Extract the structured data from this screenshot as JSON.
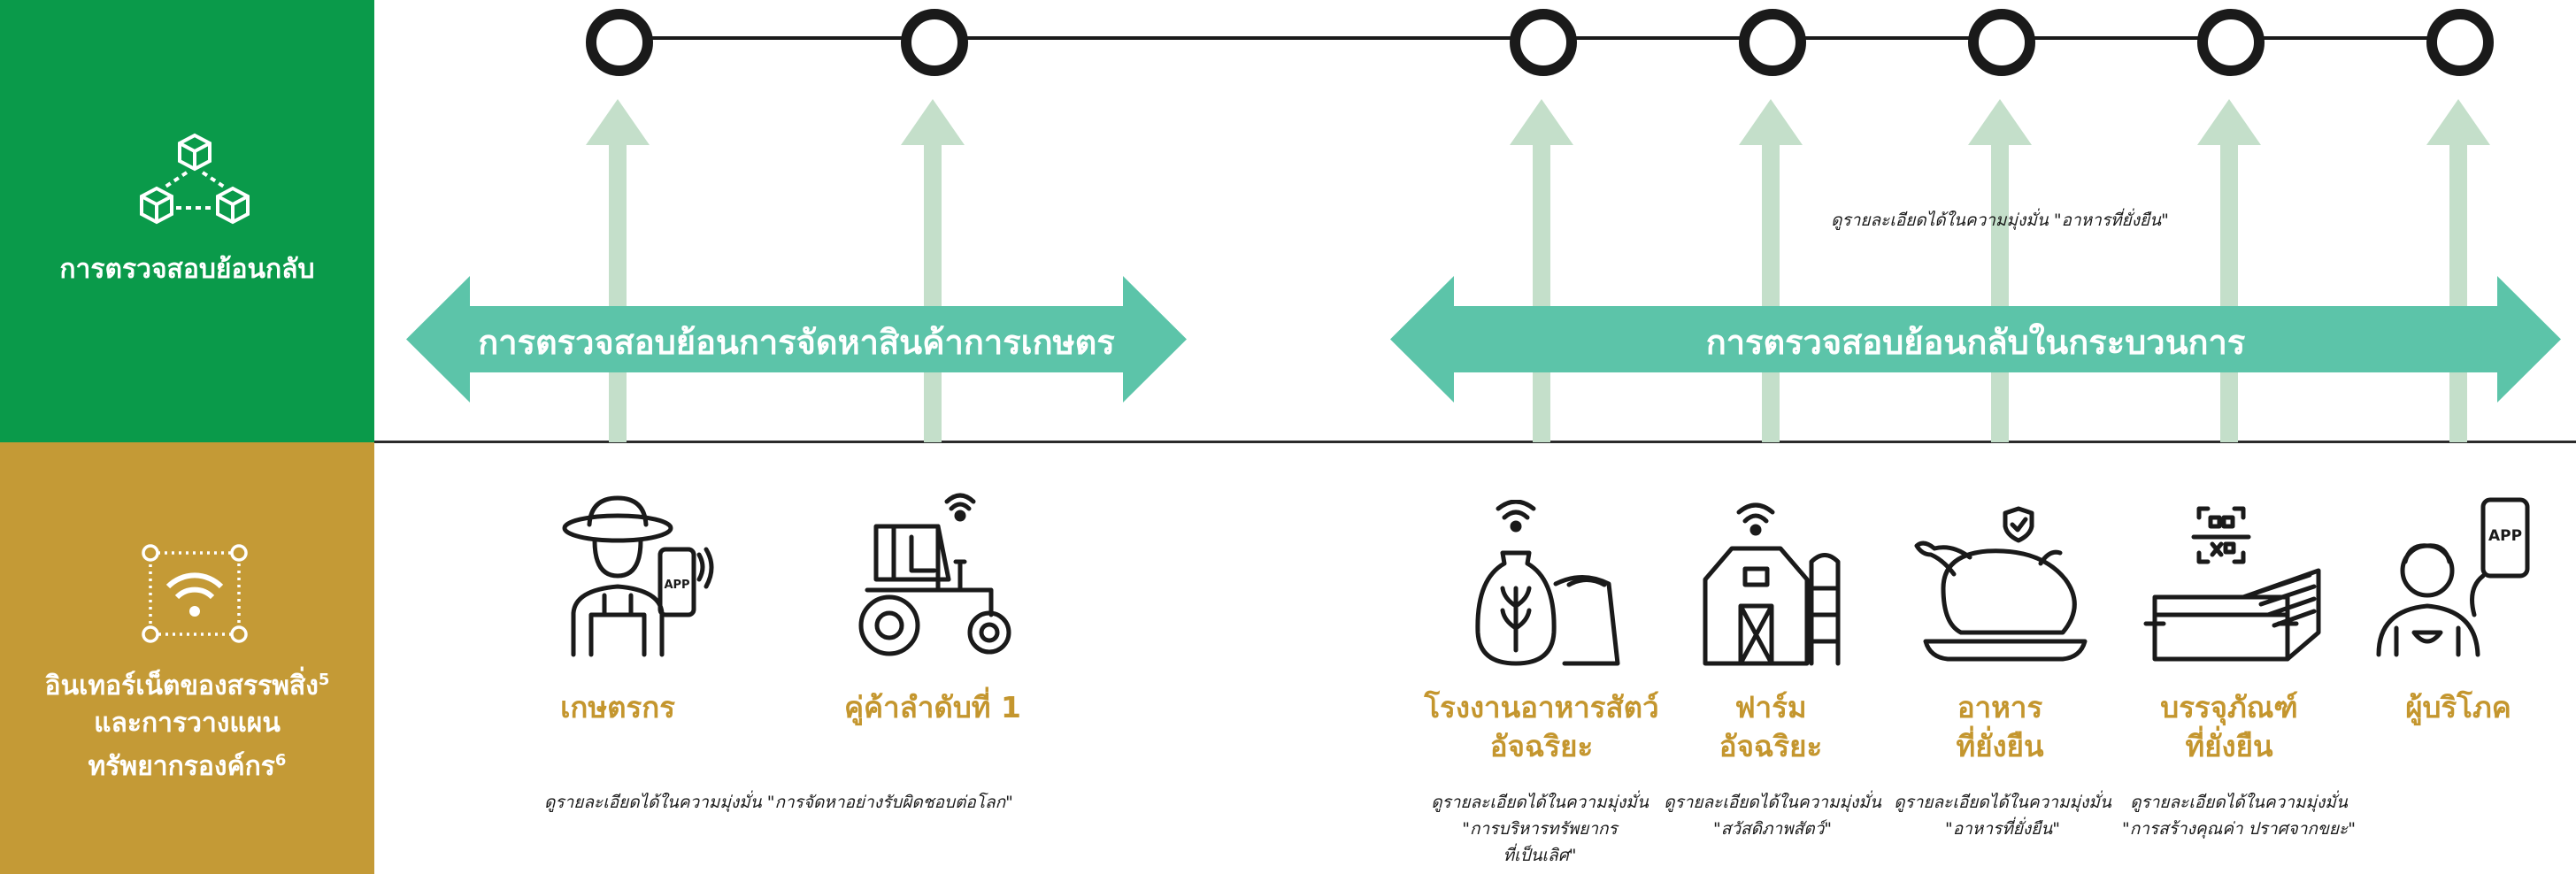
{
  "colors": {
    "green": "#0a9a4a",
    "gold": "#c49a36",
    "teal": "#5cc4a9",
    "light_green": "#c4dfca",
    "text_gold": "#c4962e"
  },
  "left_panel": {
    "traceability": {
      "title": "การตรวจสอบย้อนกลับ",
      "icon": "network-cubes-icon"
    },
    "iot": {
      "line1": "อินเทอร์เน็ตของสรรพสิ่ง",
      "sup1": "5",
      "line2": "และการวางแผน",
      "line3": "ทรัพยากรองค์กร",
      "sup3": "6",
      "icon": "wifi-network-icon"
    }
  },
  "arrows": {
    "supply": "การตรวจสอบย้อนการจัดหาสินค้าการเกษตร",
    "process": "การตรวจสอบย้อนกลับในกระบวนการ"
  },
  "top_note": "ดูรายละเอียดได้ในความมุ่งมั่น \"อาหารที่ยั่งยืน\"",
  "stages": [
    {
      "label": "เกษตรกร",
      "icon": "farmer-with-app-icon"
    },
    {
      "label": "คู่ค้าลำดับที่ 1",
      "icon": "tractor-icon"
    },
    {
      "label1": "โรงงานอาหารสัตว์",
      "label2": "อัจฉริยะ",
      "icon": "feed-mill-sacks-icon"
    },
    {
      "label1": "ฟาร์ม",
      "label2": "อัจฉริยะ",
      "icon": "smart-farm-barn-icon"
    },
    {
      "label1": "อาหาร",
      "label2": "ที่ยั่งยืน",
      "icon": "roast-chicken-icon"
    },
    {
      "label1": "บรรจุภัณฑ์",
      "label2": "ที่ยั่งยืน",
      "icon": "packaging-icon"
    },
    {
      "label": "ผู้บริโภค",
      "icon": "consumer-with-app-icon"
    }
  ],
  "notes": {
    "supply": "ดูรายละเอียดได้ในความมุ่งมั่น \"การจัดหาอย่างรับผิดชอบต่อโลก\"",
    "feed_1": "ดูรายละเอียดได้ในความมุ่งมั่น",
    "feed_2": "\"การบริหารทรัพยากร",
    "feed_3": "ที่เป็นเลิศ\"",
    "farm_1": "ดูรายละเอียดได้ในความมุ่งมั่น",
    "farm_2": "\"สวัสดิภาพสัตว์\"",
    "food_1": "ดูรายละเอียดได้ในความมุ่งมั่น",
    "food_2": "\"อาหารที่ยั่งยืน\"",
    "pack_1": "ดูรายละเอียดได้ในความมุ่งมั่น",
    "pack_2": "\"การสร้างคุณค่า ปราศจากขยะ\""
  },
  "app_badge": "APP"
}
